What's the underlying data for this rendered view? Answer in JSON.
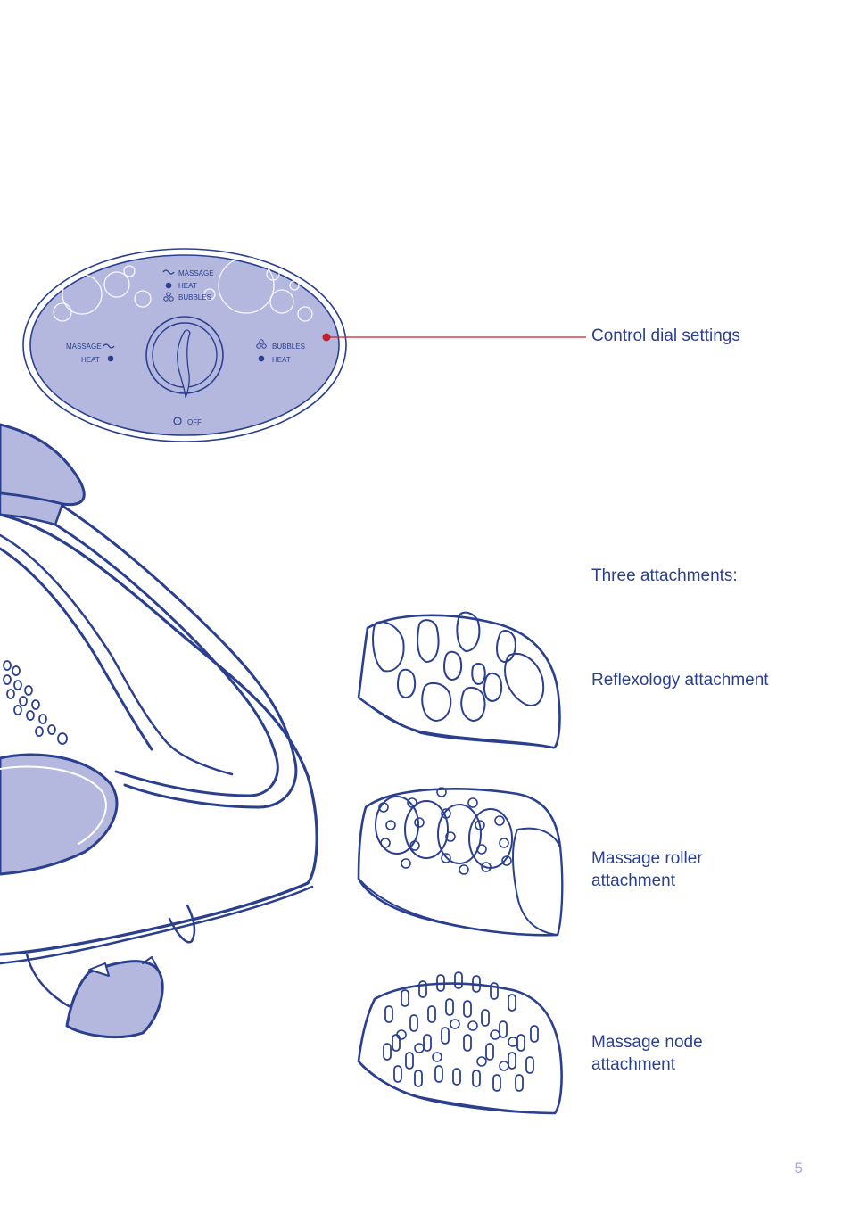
{
  "labels": {
    "control_dial": "Control dial settings",
    "three_attachments": "Three attachments:",
    "reflexology": "Reflexology attachment",
    "roller": "Massage roller attachment",
    "node": "Massage node attachment"
  },
  "dial": {
    "top_massage": "MASSAGE",
    "top_heat": "HEAT",
    "top_bubbles": "BUBBLES",
    "left_massage": "MASSAGE",
    "left_heat": "HEAT",
    "right_bubbles": "BUBBLES",
    "right_heat": "HEAT",
    "off": "OFF"
  },
  "page_number": "5",
  "colors": {
    "outline": "#2b3f8f",
    "fill_lavender": "#b4b8df",
    "callout_line": "#c0232e"
  }
}
